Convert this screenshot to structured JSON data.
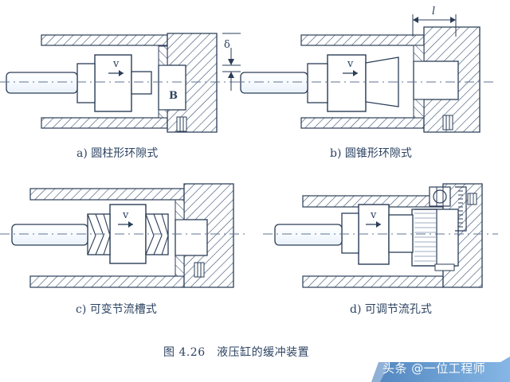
{
  "captions": {
    "a": "a) 圆柱形环隙式",
    "b": "b) 圆锥形环隙式",
    "c": "c) 可变节流槽式",
    "d": "d) 可调节流孔式"
  },
  "figure_caption": "图 4.26　液压缸的缓冲装置",
  "labels": {
    "v": "v",
    "B": "B",
    "delta": "δ",
    "l": "l"
  },
  "watermark": {
    "text": "头条 @一位工程师"
  },
  "colors": {
    "ink": "#2b3d57",
    "accent": "#1f57a4",
    "light": "#d7e3f0"
  }
}
